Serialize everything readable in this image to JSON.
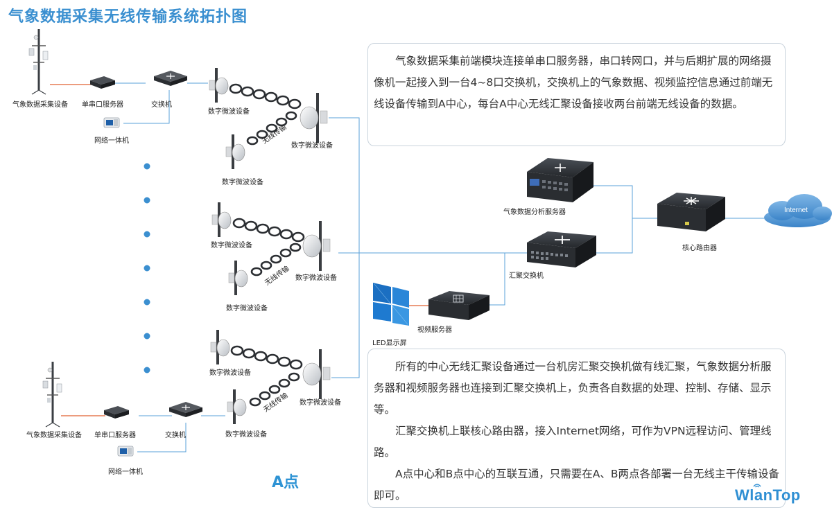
{
  "title": "气象数据采集无线传输系统拓扑图",
  "labels": {
    "collector_top": "气象数据采集设备",
    "serial_top": "单串口服务器",
    "switch_top": "交换机",
    "pc_top": "网络一体机",
    "mw_top_a": "数字微波设备",
    "mw_top_b": "数字微波设备",
    "mw_top_c": "数字微波设备",
    "wireless_1": "无线传输",
    "mw_mid_a": "数字微波设备",
    "mw_mid_b": "数字微波设备",
    "mw_mid_c": "数字微波设备",
    "wireless_2": "无线传输",
    "mw_bot_a": "数字微波设备",
    "mw_bot_b": "数字微波设备",
    "mw_bot_c": "数字微波设备",
    "wireless_3": "无线传输",
    "collector_bot": "气象数据采集设备",
    "serial_bot": "单串口服务器",
    "switch_bot": "交换机",
    "pc_bot": "网络一体机",
    "analysis_server": "气象数据分析服务器",
    "agg_switch": "汇聚交换机",
    "core_router": "核心路由器",
    "internet": "Internet",
    "video_server": "视频服务器",
    "led_screen": "LED显示屏"
  },
  "desc_top": "气象数据采集前端模块连接单串口服务器，串口转网口，并与后期扩展的网络摄像机一起接入到一台4~8口交换机，交换机上的气象数据、视频监控信息通过前端无线设备传输到A中心，每台A中心无线汇聚设备接收两台前端无线设备的数据。",
  "desc_bottom": [
    "所有的中心无线汇聚设备通过一台机房汇聚交换机做有线汇聚，气象数据分析服务器和视频服务器也连接到汇聚交换机上，负责各自数据的处理、控制、存储、显示等。",
    "汇聚交换机上联核心路由器，接入Internet网络，可作为VPN远程访问、管理线路。",
    "A点中心和B点中心的互联互通，只需要在A、B两点各部署一台无线主干传输设备即可。"
  ],
  "point_label": "A点",
  "logo": "WlanTop",
  "colors": {
    "title": "#3a8fd0",
    "accent": "#2e93d4",
    "line": "#5aa0d8",
    "serial_line": "#e06030",
    "dots": "#3b8fd0"
  }
}
